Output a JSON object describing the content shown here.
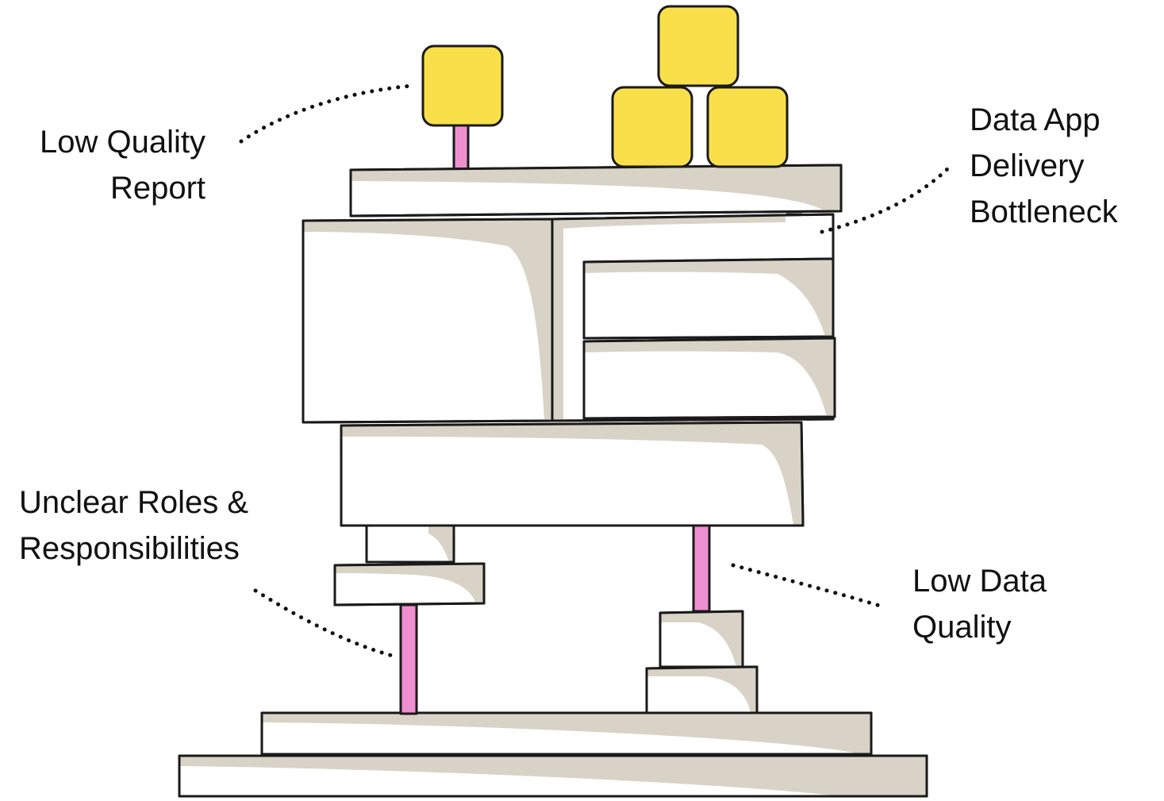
{
  "labels": {
    "low_quality_report": [
      "Low Quality",
      "Report"
    ],
    "data_app_delivery_bottleneck": [
      "Data App",
      "Delivery",
      "Bottleneck"
    ],
    "unclear_roles": [
      "Unclear Roles &",
      "Responsibilities"
    ],
    "low_data_quality": [
      "Low Data",
      "Quality"
    ]
  },
  "colors": {
    "block_fill": "#ffffff",
    "shadow": "#d8d3c6",
    "outline": "#1a1a1a",
    "cube": "#f9e04b",
    "pole": "#ee8fcf"
  }
}
